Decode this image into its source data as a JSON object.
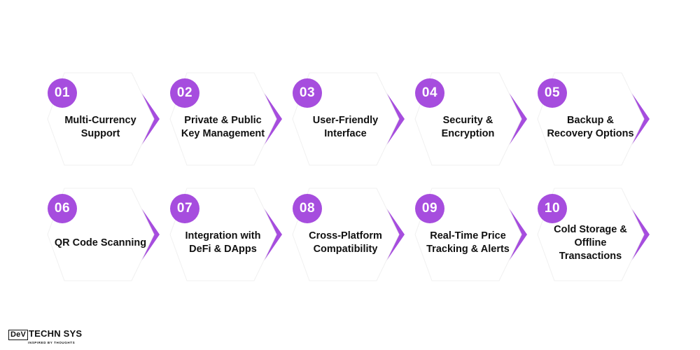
{
  "colors": {
    "accent": "#a64dde",
    "hexagon": "#ffffff",
    "text": "#111111"
  },
  "features": [
    {
      "number": "01",
      "label": "Multi-Currency Support"
    },
    {
      "number": "02",
      "label": "Private & Public Key Management"
    },
    {
      "number": "03",
      "label": "User-Friendly Interface"
    },
    {
      "number": "04",
      "label": "Security & Encryption"
    },
    {
      "number": "05",
      "label": "Backup & Recovery Options"
    },
    {
      "number": "06",
      "label": "QR Code Scanning"
    },
    {
      "number": "07",
      "label": "Integration with DeFi & DApps"
    },
    {
      "number": "08",
      "label": "Cross-Platform Compatibility"
    },
    {
      "number": "09",
      "label": "Real-Time Price Tracking & Alerts"
    },
    {
      "number": "10",
      "label": "Cold Storage & Offline Transactions"
    }
  ],
  "logo": {
    "brand_box": "DeV",
    "brand_rest": "TECHN SYS",
    "tagline": "INSPIRED BY THOUGHTS"
  }
}
